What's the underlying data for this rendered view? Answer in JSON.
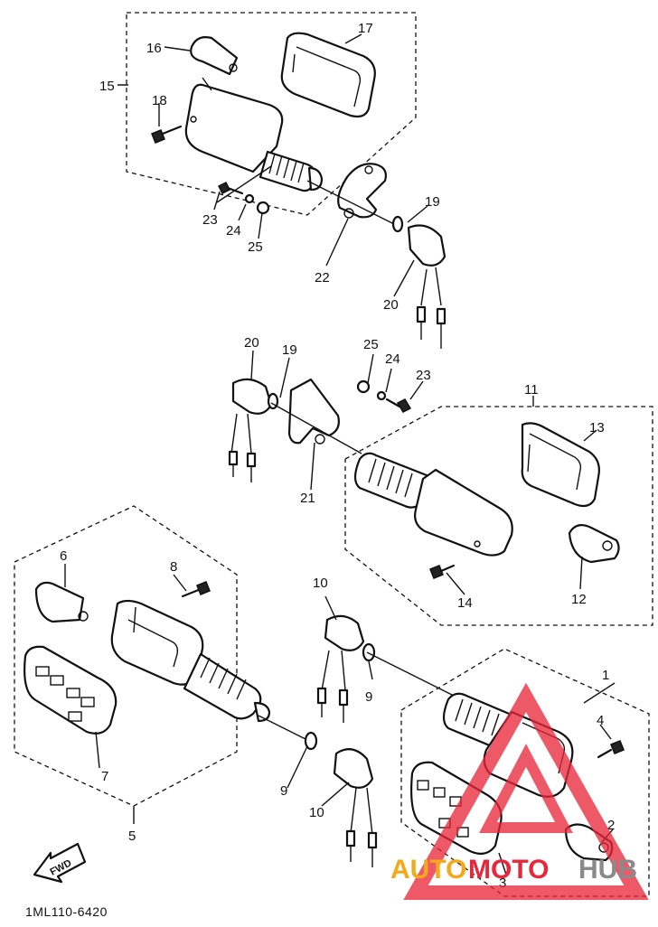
{
  "diagram": {
    "callouts": [
      "1",
      "2",
      "3",
      "4",
      "5",
      "6",
      "7",
      "8",
      "9",
      "9",
      "10",
      "10",
      "11",
      "12",
      "13",
      "14",
      "15",
      "16",
      "17",
      "18",
      "19",
      "19",
      "20",
      "20",
      "21",
      "22",
      "23",
      "23",
      "24",
      "24",
      "25",
      "25"
    ],
    "code": "1ML110-6420",
    "direction_arrow": "FWD"
  },
  "watermark": {
    "text_auto": "AUTO",
    "text_moto": "MOTO",
    "text_hub": "HUB",
    "color_auto": "#f2a91a",
    "color_moto": "#e8273a",
    "color_hub": "#8a8a8a"
  }
}
